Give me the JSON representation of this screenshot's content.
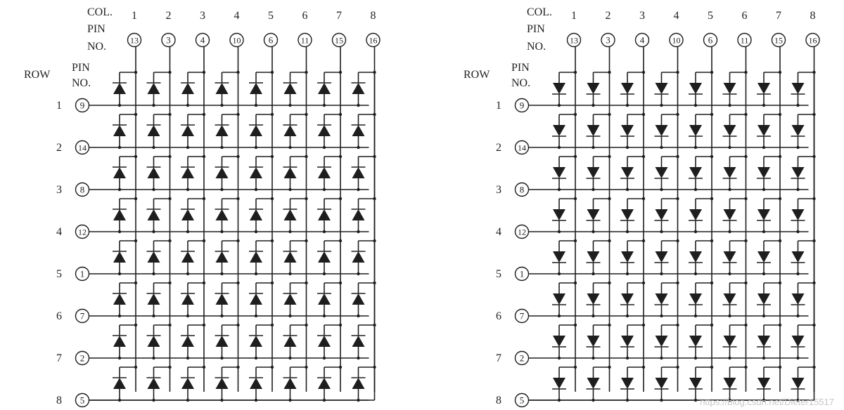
{
  "diagrams": [
    {
      "id": "left",
      "polarity": "anode-row",
      "col_header": [
        "COL.",
        "PIN",
        "NO."
      ],
      "row_header": [
        "ROW",
        "PIN",
        "NO."
      ],
      "col_numbers": [
        "1",
        "2",
        "3",
        "4",
        "5",
        "6",
        "7",
        "8"
      ],
      "col_pins": [
        "13",
        "3",
        "4",
        "10",
        "6",
        "11",
        "15",
        "16"
      ],
      "row_numbers": [
        "1",
        "2",
        "3",
        "4",
        "5",
        "6",
        "7",
        "8"
      ],
      "row_pins": [
        "9",
        "14",
        "8",
        "12",
        "1",
        "7",
        "2",
        "5"
      ]
    },
    {
      "id": "right",
      "polarity": "cathode-row",
      "col_header": [
        "COL.",
        "PIN",
        "NO."
      ],
      "row_header": [
        "ROW",
        "PIN",
        "NO."
      ],
      "col_numbers": [
        "1",
        "2",
        "3",
        "4",
        "5",
        "6",
        "7",
        "8"
      ],
      "col_pins": [
        "13",
        "3",
        "4",
        "10",
        "6",
        "11",
        "15",
        "16"
      ],
      "row_numbers": [
        "1",
        "2",
        "3",
        "4",
        "5",
        "6",
        "7",
        "8"
      ],
      "row_pins": [
        "9",
        "14",
        "8",
        "12",
        "1",
        "7",
        "2",
        "5"
      ]
    }
  ],
  "watermark": "https://blog.csdn.net/Dieter15517",
  "colors": {
    "ink": "#1e1e1e",
    "background": "#ffffff"
  }
}
